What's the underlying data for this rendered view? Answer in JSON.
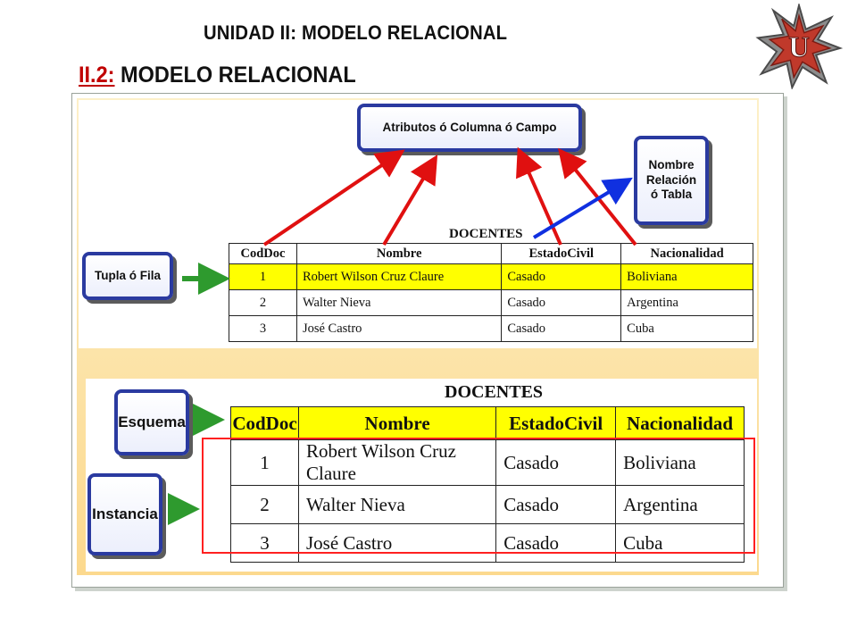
{
  "header": {
    "unit_title": "UNIDAD II: MODELO RELACIONAL",
    "section_number": "II.2:",
    "section_title": " MODELO RELACIONAL"
  },
  "logo": {
    "icon": "star-u-logo",
    "letter": "U",
    "colors": [
      "#c0392b",
      "#7f8c8d"
    ]
  },
  "callouts": {
    "atributos": "Atributos ó Columna ó Campo",
    "nombre_relacion": [
      "Nombre",
      "Relación",
      "ó Tabla"
    ],
    "tupla": "Tupla ó Fila",
    "esquema": "Esquema",
    "instancia": "Instancia"
  },
  "top_table": {
    "caption": "DOCENTES",
    "headers": [
      "CodDoc",
      "Nombre",
      "EstadoCivil",
      "Nacionalidad"
    ],
    "rows": [
      [
        "1",
        "Robert Wilson Cruz Claure",
        "Casado",
        "Boliviana"
      ],
      [
        "2",
        "Walter Nieva",
        "Casado",
        "Argentina"
      ],
      [
        "3",
        "José Castro",
        "Casado",
        "Cuba"
      ]
    ],
    "highlight_color": "#ffff00"
  },
  "bottom_table": {
    "caption": "DOCENTES",
    "headers": [
      "CodDoc",
      "Nombre",
      "EstadoCivil",
      "Nacionalidad"
    ],
    "rows": [
      [
        "1",
        "Robert Wilson Cruz Claure",
        "Casado",
        "Boliviana"
      ],
      [
        "2",
        "Walter Nieva",
        "Casado",
        "Argentina"
      ],
      [
        "3",
        "José Castro",
        "Casado",
        "Cuba"
      ]
    ]
  },
  "colors": {
    "attribute_arrows": "#e01010",
    "relation_arrow": "#1030e0",
    "pointer_arrows": "#2e9a2e",
    "callout_border": "#2a3aa0",
    "instance_box": "#ff2020",
    "panel_gradient": [
      "#fdf0c8",
      "#fcd98e"
    ]
  }
}
